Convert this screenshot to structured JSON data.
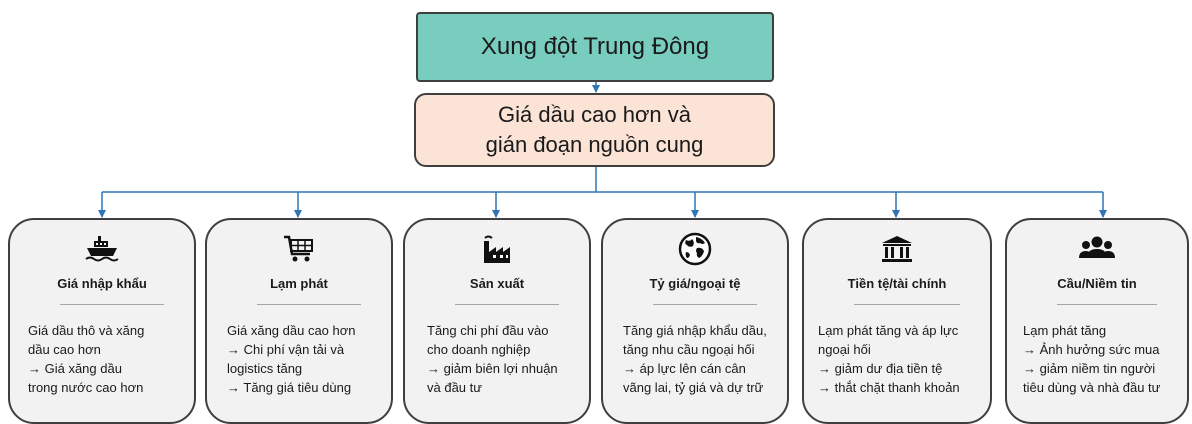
{
  "top_box": {
    "label": "Xung đột Trung Đông"
  },
  "middle_box": {
    "line1": "Giá dầu cao hơn và",
    "line2": "gián đoạn nguồn cung"
  },
  "cards": [
    {
      "icon": "ship-icon",
      "title": "Giá nhập khẩu",
      "lines": [
        "Giá dầu thô và xăng",
        "dầu cao hơn",
        "→ Giá xăng dầu",
        "trong nước cao hơn"
      ]
    },
    {
      "icon": "shopping-cart-icon",
      "title": "Lạm phát",
      "lines": [
        "Giá xăng dầu cao hơn",
        "→ Chi phí vận tải và",
        "logistics tăng",
        "→ Tăng giá tiêu dùng"
      ]
    },
    {
      "icon": "factory-icon",
      "title": "Sản xuất",
      "lines": [
        "Tăng chi phí đầu vào",
        "cho doanh nghiệp",
        "→ giảm biên lợi nhuận",
        "và đầu tư"
      ]
    },
    {
      "icon": "globe-icon",
      "title": "Tỷ giá/ngoại tệ",
      "lines": [
        "Tăng giá nhập khẩu dầu,",
        "tăng nhu cầu ngoại hối",
        "→ áp lực lên cán cân",
        "vãng lai, tỷ giá và dự trữ"
      ]
    },
    {
      "icon": "bank-icon",
      "title": "Tiền tệ/tài chính",
      "lines": [
        "Lạm phát tăng và áp lực",
        "ngoại hối",
        "→ giảm dư địa tiền tệ",
        "→ thắt chặt thanh khoản"
      ]
    },
    {
      "icon": "consumers-icon",
      "title": "Cầu/Niềm tin",
      "lines": [
        "Lạm phát tăng",
        "→ Ảnh hưởng sức mua",
        "→ giảm niềm tin người",
        "tiêu dùng và nhà đầu tư"
      ]
    }
  ]
}
